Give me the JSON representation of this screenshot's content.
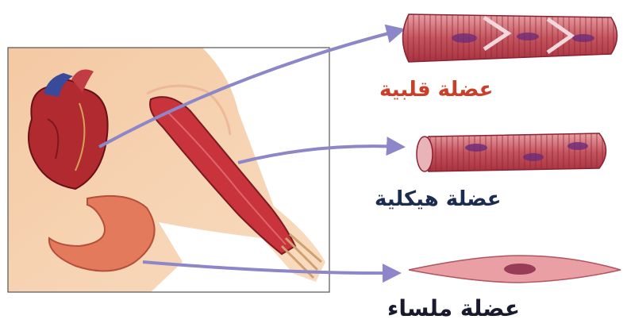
{
  "labels": {
    "cardiac": "عضلة قلبية",
    "skeletal": "عضلة هيكلية",
    "smooth": "عضلة ملساء"
  },
  "colors": {
    "cardiac_label": "#c8402a",
    "skeletal_label": "#1c2b50",
    "smooth_label": "#1a1a2e",
    "arrow": "#8d86c8",
    "muscle": "#c83a45",
    "skin": "#f6d1ad"
  },
  "icons": [
    "human-torso-illustration",
    "heart-icon",
    "stomach-icon",
    "arm-muscle-icon",
    "cardiac-fiber-icon",
    "skeletal-fiber-icon",
    "smooth-fiber-icon",
    "arrow-icon"
  ]
}
